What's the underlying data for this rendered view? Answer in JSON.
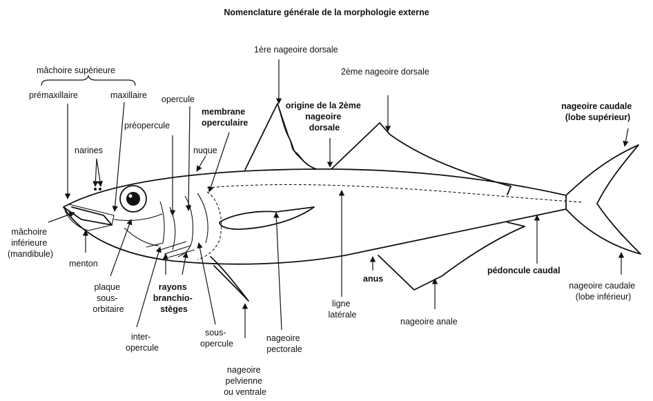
{
  "title": "Nomenclature générale de la morphologie externe",
  "labels": {
    "first_dorsal_fin": "1ère nageoire dorsale",
    "second_dorsal_fin": "2ème nageoire dorsale",
    "upper_jaw": "mâchoire supérieure",
    "premaxillary": "prémaxillaire",
    "maxillary": "maxillaire",
    "opercle": "opercule",
    "opercular_membrane": [
      "membrane",
      "operculaire"
    ],
    "origin_second_dorsal": [
      "origine de la 2ème",
      "nageoire",
      "dorsale"
    ],
    "caudal_upper": [
      "nageoire caudale",
      "(lobe supérieur)"
    ],
    "preopercle": "préopercule",
    "nostrils": "narines",
    "nape": "nuque",
    "lower_jaw": [
      "mâchoire",
      "inférieure",
      "(mandibule)"
    ],
    "chin": "menton",
    "suborbital_plate": [
      "plaque",
      "sous-",
      "orbitaire"
    ],
    "branchiostegal_rays": [
      "rayons",
      "branchio-",
      "stèges"
    ],
    "interopercle": [
      "inter-",
      "opercule"
    ],
    "subopercle": [
      "sous-",
      "opercule"
    ],
    "pectoral_fin": [
      "nageoire",
      "pectorale"
    ],
    "pelvic_fin": [
      "nageoire",
      "pelvienne",
      "ou ventrale"
    ],
    "lateral_line": [
      "ligne",
      "latérale"
    ],
    "anus": "anus",
    "anal_fin": "nageoire anale",
    "caudal_peduncle": "pédoncule caudal",
    "caudal_lower": [
      "nageoire caudale",
      "(lobe inférieur)"
    ]
  }
}
